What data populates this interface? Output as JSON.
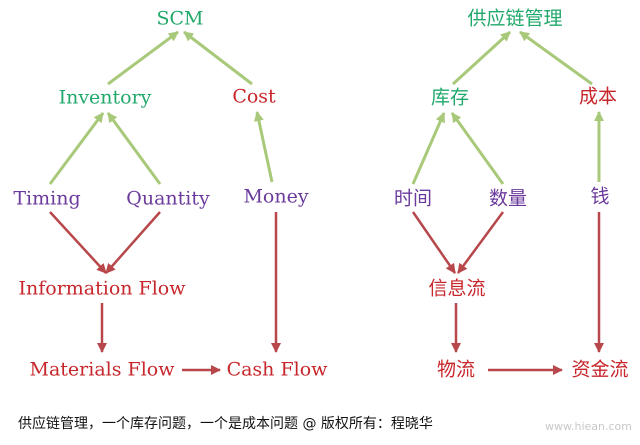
{
  "colors": {
    "green": "#21a86b",
    "red": "#c7262b",
    "purple": "#6b3a9d",
    "green_arrow": "#a9c97a",
    "red_arrow": "#b8474b"
  },
  "english": {
    "scm": "SCM",
    "inventory": "Inventory",
    "cost": "Cost",
    "timing": "Timing",
    "quantity": "Quantity",
    "money": "Money",
    "information_flow": "Information Flow",
    "materials_flow": "Materials Flow",
    "cash_flow": "Cash Flow"
  },
  "chinese": {
    "scm": "供应链管理",
    "inventory": "库存",
    "cost": "成本",
    "timing": "时间",
    "quantity": "数量",
    "money": "钱",
    "information_flow": "信息流",
    "materials_flow": "物流",
    "cash_flow": "资金流"
  },
  "footer": "供应链管理，一个库存问题，一个是成本问题 @ 版权所有：程晓华",
  "watermark": "www.hiean.com"
}
